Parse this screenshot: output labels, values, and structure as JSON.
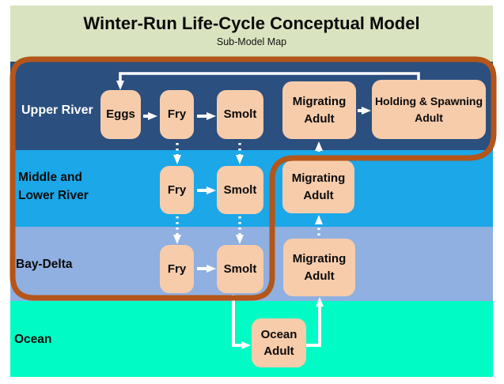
{
  "title": "Winter-Run Life-Cycle Conceptual Model",
  "subtitle": "Sub-Model Map",
  "zones": {
    "upper_river": {
      "label": "Upper River"
    },
    "middle_lower_river": {
      "label": "Middle and Lower River"
    },
    "bay_delta": {
      "label": "Bay-Delta"
    },
    "ocean": {
      "label": "Ocean"
    }
  },
  "stages": {
    "upper": {
      "eggs": "Eggs",
      "fry": "Fry",
      "smolt": "Smolt",
      "migrating_adult": "Migrating Adult",
      "holding_spawning_adult": "Holding & Spawning Adult"
    },
    "middle": {
      "fry": "Fry",
      "smolt": "Smolt",
      "migrating_adult": "Migrating Adult"
    },
    "bay": {
      "fry": "Fry",
      "smolt": "Smolt",
      "migrating_adult": "Migrating Adult"
    },
    "ocean": {
      "ocean_adult": "Ocean Adult"
    }
  },
  "flows": [
    {
      "from": "Holding & Spawning Adult (Upper River)",
      "to": "Eggs (Upper River)",
      "style": "solid"
    },
    {
      "from": "Eggs (Upper River)",
      "to": "Fry (Upper River)",
      "style": "solid"
    },
    {
      "from": "Fry (Upper River)",
      "to": "Smolt (Upper River)",
      "style": "solid"
    },
    {
      "from": "Migrating Adult (Upper River)",
      "to": "Holding & Spawning Adult (Upper River)",
      "style": "solid"
    },
    {
      "from": "Fry (Upper River)",
      "to": "Fry (Middle and Lower River)",
      "style": "dotted"
    },
    {
      "from": "Smolt (Upper River)",
      "to": "Smolt (Middle and Lower River)",
      "style": "dotted"
    },
    {
      "from": "Fry (Middle and Lower River)",
      "to": "Smolt (Middle and Lower River)",
      "style": "solid"
    },
    {
      "from": "Fry (Middle and Lower River)",
      "to": "Fry (Bay-Delta)",
      "style": "dotted"
    },
    {
      "from": "Smolt (Middle and Lower River)",
      "to": "Smolt (Bay-Delta)",
      "style": "dotted"
    },
    {
      "from": "Fry (Bay-Delta)",
      "to": "Smolt (Bay-Delta)",
      "style": "solid"
    },
    {
      "from": "Smolt (Bay-Delta)",
      "to": "Ocean Adult (Ocean)",
      "style": "solid"
    },
    {
      "from": "Ocean Adult (Ocean)",
      "to": "Migrating Adult (Bay-Delta)",
      "style": "solid"
    },
    {
      "from": "Migrating Adult (Bay-Delta)",
      "to": "Migrating Adult (Middle and Lower River)",
      "style": "dotted"
    },
    {
      "from": "Migrating Adult (Middle and Lower River)",
      "to": "Migrating Adult (Upper River)",
      "style": "dotted"
    }
  ],
  "colors": {
    "header_bg": "#D9E3BF",
    "upper_river_bg": "#2B4F7E",
    "middle_lower_river_bg": "#1BA7E8",
    "bay_delta_bg": "#8FB0E0",
    "ocean_bg": "#00FBC4",
    "stage_box_bg": "#F6CCAB",
    "corridor_outline": "#B4551A",
    "arrow": "#FFFFFF",
    "page_bg": "#FFFFFF"
  }
}
